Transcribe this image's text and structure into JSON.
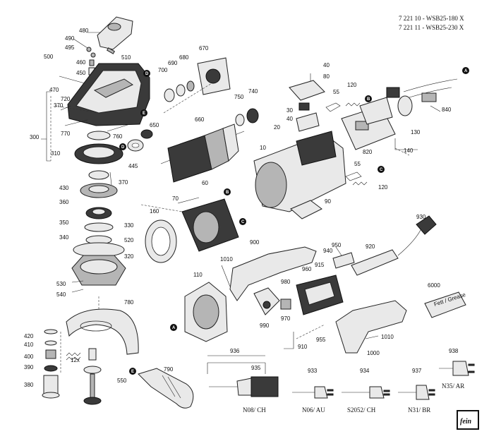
{
  "header": {
    "line1": "7 221 10 - WSB25-180 X",
    "line2": "7 221 11 - WSB25-230 X"
  },
  "labels": {
    "l480": "480",
    "l490": "490",
    "l495": "495",
    "l460": "460",
    "l510": "510",
    "l450": "450",
    "l500": "500",
    "l470": "470",
    "l720": "720",
    "l370a": "370",
    "l770": "770",
    "l300": "300",
    "l760": "760",
    "l650": "650",
    "l310": "310",
    "l445": "445",
    "l430": "430",
    "l370b": "370",
    "l360": "360",
    "l350": "350",
    "l340": "340",
    "l330": "330",
    "l520": "520",
    "l320": "320",
    "l530": "530",
    "l540": "540",
    "l780": "780",
    "l420": "420",
    "l410": "410",
    "l400": "400",
    "l390": "390",
    "l380": "380",
    "l12x": "12x",
    "l550": "550",
    "l790": "790",
    "l700": "700",
    "l690": "690",
    "l680": "680",
    "l670": "670",
    "l660": "660",
    "l750": "750",
    "l740": "740",
    "l160": "160",
    "l70": "70",
    "l60": "60",
    "l40a": "40",
    "l80": "80",
    "l30": "30",
    "l40b": "40",
    "l20": "20",
    "l55a": "55",
    "l120a": "120",
    "l840": "840",
    "l130": "130",
    "l140": "140",
    "l820": "820",
    "l10": "10",
    "l55b": "55",
    "l120b": "120",
    "l90": "90",
    "l900": "900",
    "l1010a": "1010",
    "l110": "110",
    "l980": "980",
    "l990": "990",
    "l970": "970",
    "l910": "910",
    "l955": "955",
    "l960": "960",
    "l915": "915",
    "l950": "950",
    "l940": "940",
    "l920": "920",
    "l930": "930",
    "l6000": "6000",
    "l1010b": "1010",
    "l1000": "1000",
    "l936": "936",
    "l935": "935",
    "l933": "933",
    "l934": "934",
    "l937": "937",
    "l938": "938"
  },
  "refs": {
    "a": "A",
    "b": "B",
    "c": "C",
    "d": "D",
    "e": "E"
  },
  "captions": {
    "n08": "N08/ CH",
    "n06": "N06/ AU",
    "s2052": "S2052/ CH",
    "n31": "N31/ BR",
    "n35": "N35/ AR"
  },
  "tube_text": "Fett / Grease",
  "logo_text": "fein"
}
